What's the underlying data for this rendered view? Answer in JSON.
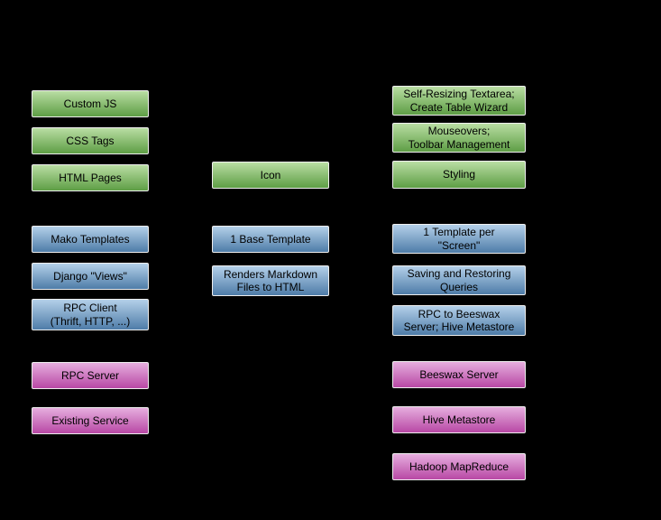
{
  "colors": {
    "background": "#000000",
    "text": "#000000",
    "border": "#eeeeee",
    "green_top": "#b9dda3",
    "green_bottom": "#5e9e45",
    "blue_top": "#b4d0e9",
    "blue_bottom": "#4e7ca8",
    "pink_top": "#e6aede",
    "pink_bottom": "#b848a5"
  },
  "boxes": [
    {
      "label": "Custom JS",
      "color": "green"
    },
    {
      "label": "CSS Tags",
      "color": "green"
    },
    {
      "label": "HTML Pages",
      "color": "green"
    },
    {
      "label": "Mako Templates",
      "color": "blue"
    },
    {
      "label": "Django \"Views\"",
      "color": "blue"
    },
    {
      "label": "RPC Client\n(Thrift, HTTP, ...)",
      "color": "blue"
    },
    {
      "label": "RPC Server",
      "color": "pink"
    },
    {
      "label": "Existing Service",
      "color": "pink"
    },
    {
      "label": "Icon",
      "color": "green"
    },
    {
      "label": "1 Base Template",
      "color": "blue"
    },
    {
      "label": "Renders Markdown\nFiles to HTML",
      "color": "blue"
    },
    {
      "label": "Self-Resizing Textarea;\nCreate Table Wizard",
      "color": "green"
    },
    {
      "label": "Mouseovers;\nToolbar Management",
      "color": "green"
    },
    {
      "label": "Styling",
      "color": "green"
    },
    {
      "label": "1 Template per\n\"Screen\"",
      "color": "blue"
    },
    {
      "label": "Saving and Restoring\nQueries",
      "color": "blue"
    },
    {
      "label": "RPC to Beeswax\nServer; Hive Metastore",
      "color": "blue"
    },
    {
      "label": "Beeswax Server",
      "color": "pink"
    },
    {
      "label": "Hive Metastore",
      "color": "pink"
    },
    {
      "label": "Hadoop MapReduce",
      "color": "pink"
    }
  ]
}
